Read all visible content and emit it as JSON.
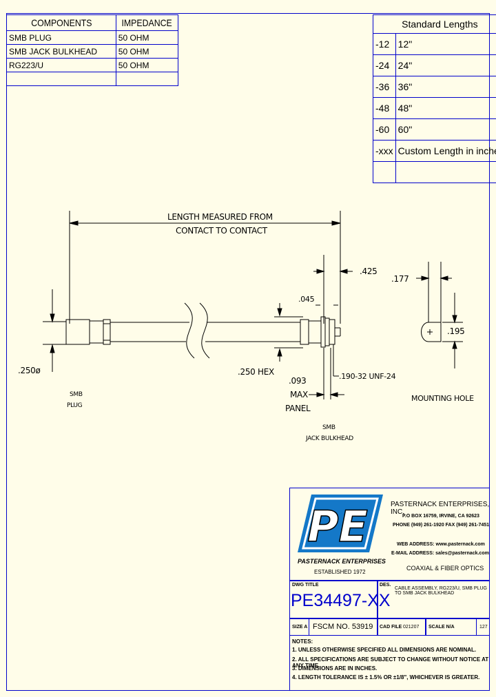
{
  "components_table": {
    "headers": [
      "COMPONENTS",
      "IMPEDANCE"
    ],
    "rows": [
      {
        "component": "SMB PLUG",
        "impedance": "50 OHM"
      },
      {
        "component": "SMB JACK BULKHEAD",
        "impedance": "50 OHM"
      },
      {
        "component": "RG223/U",
        "impedance": "50 OHM"
      },
      {
        "component": "",
        "impedance": ""
      }
    ]
  },
  "lengths_table": {
    "header": "Standard Lengths",
    "rows": [
      {
        "code": "-12",
        "length": "12\""
      },
      {
        "code": "-24",
        "length": "24\""
      },
      {
        "code": "-36",
        "length": "36\""
      },
      {
        "code": "-48",
        "length": "48\""
      },
      {
        "code": "-60",
        "length": "60\""
      },
      {
        "code": "-xxx",
        "length": "Custom Length in inches"
      },
      {
        "code": "",
        "length": ""
      }
    ]
  },
  "drawing": {
    "length_label_1": "LENGTH MEASURED FROM",
    "length_label_2": "CONTACT TO CONTACT",
    "dim_425": ".425",
    "dim_045": ".045",
    "dim_177": ".177",
    "dim_195": ".195",
    "dim_250_dia": ".250ø",
    "dim_250_hex": ".250 HEX",
    "dim_thread": ".190-32 UNF-24",
    "dim_093": ".093",
    "dim_max": "MAX",
    "dim_panel": "PANEL",
    "smb_plug_1": "SMB",
    "smb_plug_2": "PLUG",
    "smb_jack_1": "SMB",
    "smb_jack_2": "JACK BULKHEAD",
    "mounting_hole": "MOUNTING HOLE"
  },
  "title_block": {
    "logo_text": "PE",
    "logo_subtitle": "PASTERNACK ENTERPRISES",
    "established": "ESTABLISHED 1972",
    "company_name": "PASTERNACK ENTERPRISES, INC.",
    "address_1": "P.O BOX 16759, IRVINE, CA 92623",
    "address_2": "PHONE (949) 261-1920 FAX (949) 261-7451",
    "web": "WEB ADDRESS: www.pasternack.com",
    "email": "E-MAIL ADDRESS: sales@pasternack.com",
    "tagline": "COAXIAL & FIBER OPTICS",
    "dwg_title_label": "DWG TITLE",
    "part_number": "PE34497-XX",
    "des_label": "DES.",
    "description": "CABLE ASSEMBLY, RG223/U, SMB PLUG TO SMB JACK BULKHEAD",
    "size": "SIZE A",
    "fscm": "FSCM NO. 53919",
    "cad_file_label": "CAD FILE",
    "cad_file": "021207",
    "scale": "SCALE N/A",
    "sheet_num": "127",
    "notes_header": "NOTES:",
    "notes": [
      "1. UNLESS OTHERWISE SPECIFIED ALL DIMENSIONS ARE NOMINAL.",
      "2. ALL SPECIFICATIONS ARE SUBJECT TO CHANGE WITHOUT NOTICE AT ANY TIME.",
      "3. DIMENSIONS ARE IN INCHES.",
      "4. LENGTH TOLERANCE IS ± 1.5% OR ±1/8\", WHICHEVER IS GREATER."
    ]
  },
  "colors": {
    "border": "#0000cc",
    "logo_blue": "#1478c8",
    "background": "#fffde9"
  }
}
